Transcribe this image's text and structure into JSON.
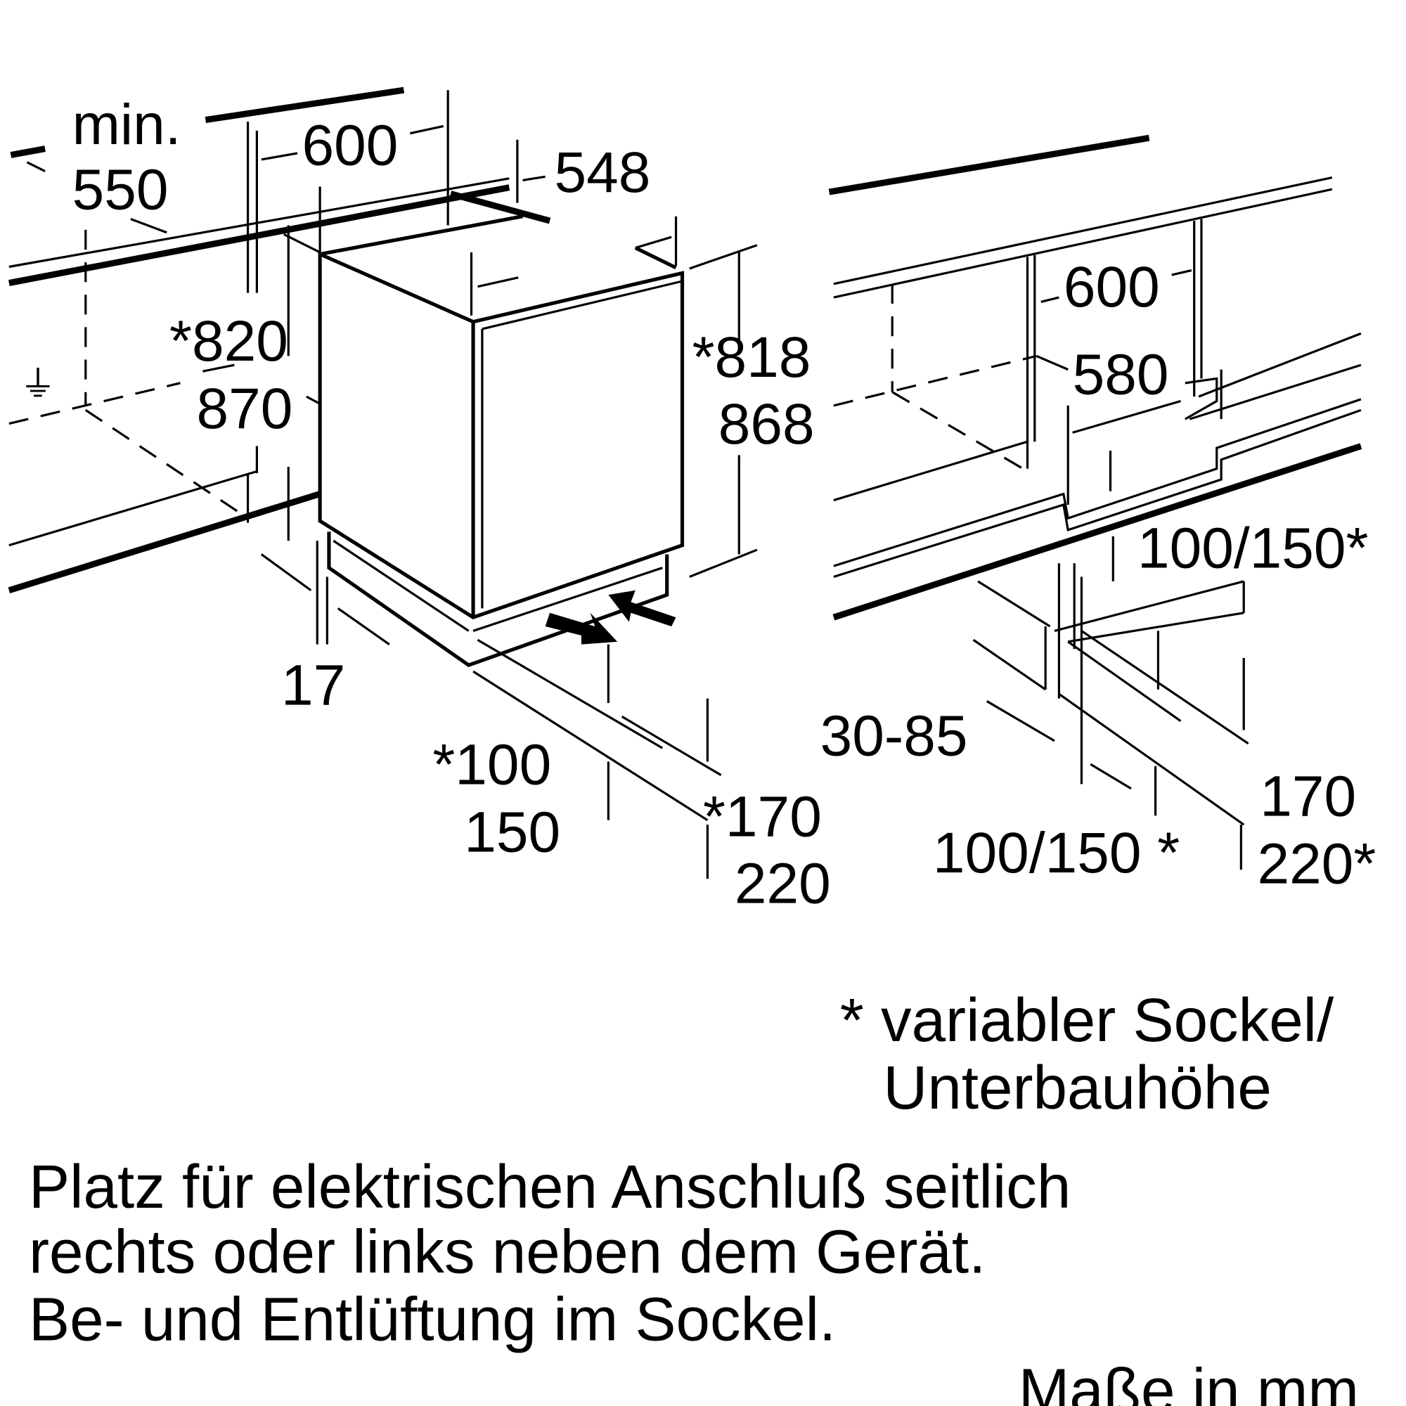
{
  "left_view": {
    "labels": {
      "min": "min.",
      "min_depth": "550",
      "width": "600",
      "depth": "548",
      "niche_height_a": "*820",
      "niche_height_b": "870",
      "appliance_height_a": "*818",
      "appliance_height_b": "868",
      "side_gap": "17",
      "plinth_a": "*100",
      "plinth_b": "150",
      "plinth_depth_a": "*170",
      "plinth_depth_b": "220"
    }
  },
  "right_view": {
    "labels": {
      "width": "600",
      "depth": "580",
      "plinth_height": "100/150*",
      "plinth_setback": "30-85",
      "plinth_depth_a": "170",
      "plinth_height_b": "100/150 *",
      "plinth_depth_b": "220*"
    }
  },
  "footnote": {
    "line1": "* variabler Sockel/",
    "line2": "Unterbauhöhe"
  },
  "notes": {
    "line1": "Platz für elektrischen Anschluß seitlich",
    "line2": "rechts oder links neben dem Gerät.",
    "line3": "Be- und Entlüftung im Sockel."
  },
  "units": "Maße in mm"
}
